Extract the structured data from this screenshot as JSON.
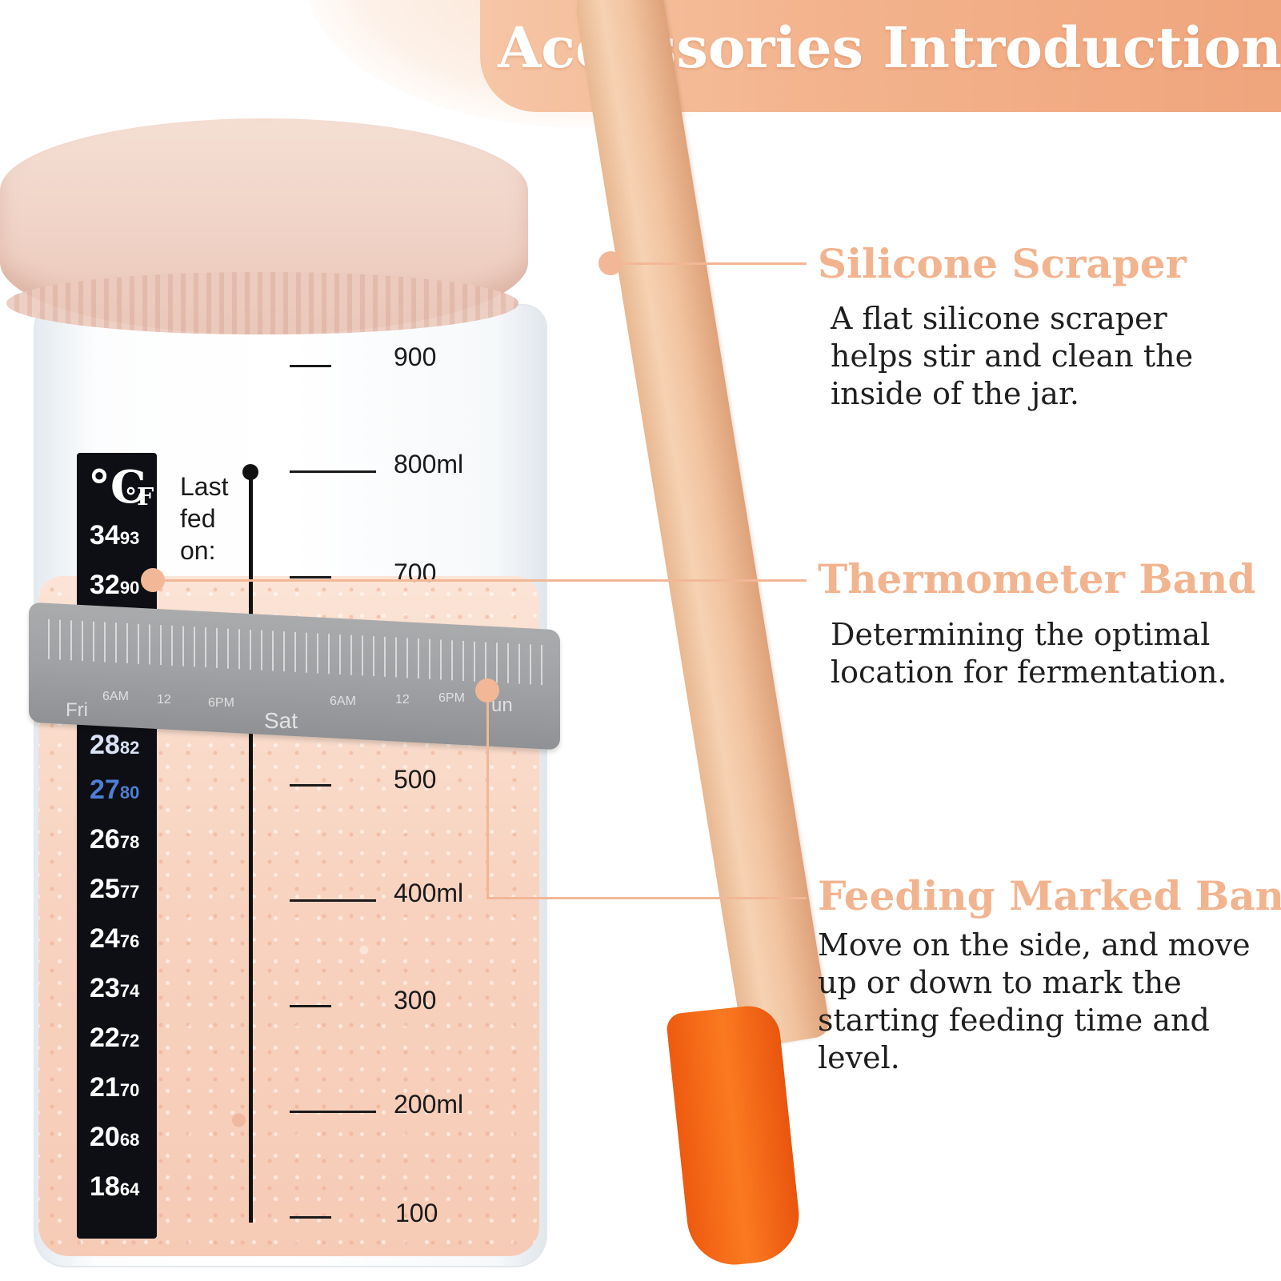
{
  "header": {
    "title": "Accessories Introduction"
  },
  "colors": {
    "accent": "#f2b48f",
    "banner": "#f3b48e",
    "scraper_head": "#f46a16",
    "band": "#9fa1a4",
    "thermometer": "#0d0f14"
  },
  "jar": {
    "last_fed_line1": "Last",
    "last_fed_line2": "fed",
    "last_fed_line3": "on:",
    "marks": [
      "900",
      "800ml",
      "700",
      "500",
      "400ml",
      "300",
      "200ml",
      "100"
    ]
  },
  "thermometer": {
    "unit_c": "°C",
    "unit_f": "°F",
    "rows": [
      {
        "c": "34",
        "f": "93"
      },
      {
        "c": "32",
        "f": "90"
      },
      {
        "c": "28",
        "f": "82"
      },
      {
        "c": "27",
        "f": "80"
      },
      {
        "c": "26",
        "f": "78"
      },
      {
        "c": "25",
        "f": "77"
      },
      {
        "c": "24",
        "f": "76"
      },
      {
        "c": "23",
        "f": "74"
      },
      {
        "c": "22",
        "f": "72"
      },
      {
        "c": "21",
        "f": "70"
      },
      {
        "c": "20",
        "f": "68"
      },
      {
        "c": "18",
        "f": "64"
      }
    ]
  },
  "band": {
    "labels": [
      "6AM",
      "12",
      "6PM",
      "6AM",
      "12",
      "6PM"
    ],
    "day_fri": "Fri",
    "day_sat": "Sat",
    "day_sun": "un"
  },
  "sections": [
    {
      "title": "Silicone Scraper",
      "desc": [
        "A flat silicone scraper",
        "helps stir and clean the",
        "inside of the jar."
      ]
    },
    {
      "title": "Thermometer Band",
      "desc": [
        "Determining the optimal",
        "location for fermentation."
      ]
    },
    {
      "title": "Feeding Marked Band",
      "desc": [
        "Move on the side, and move",
        "up or down to mark the",
        "starting feeding time and",
        "level."
      ]
    }
  ]
}
